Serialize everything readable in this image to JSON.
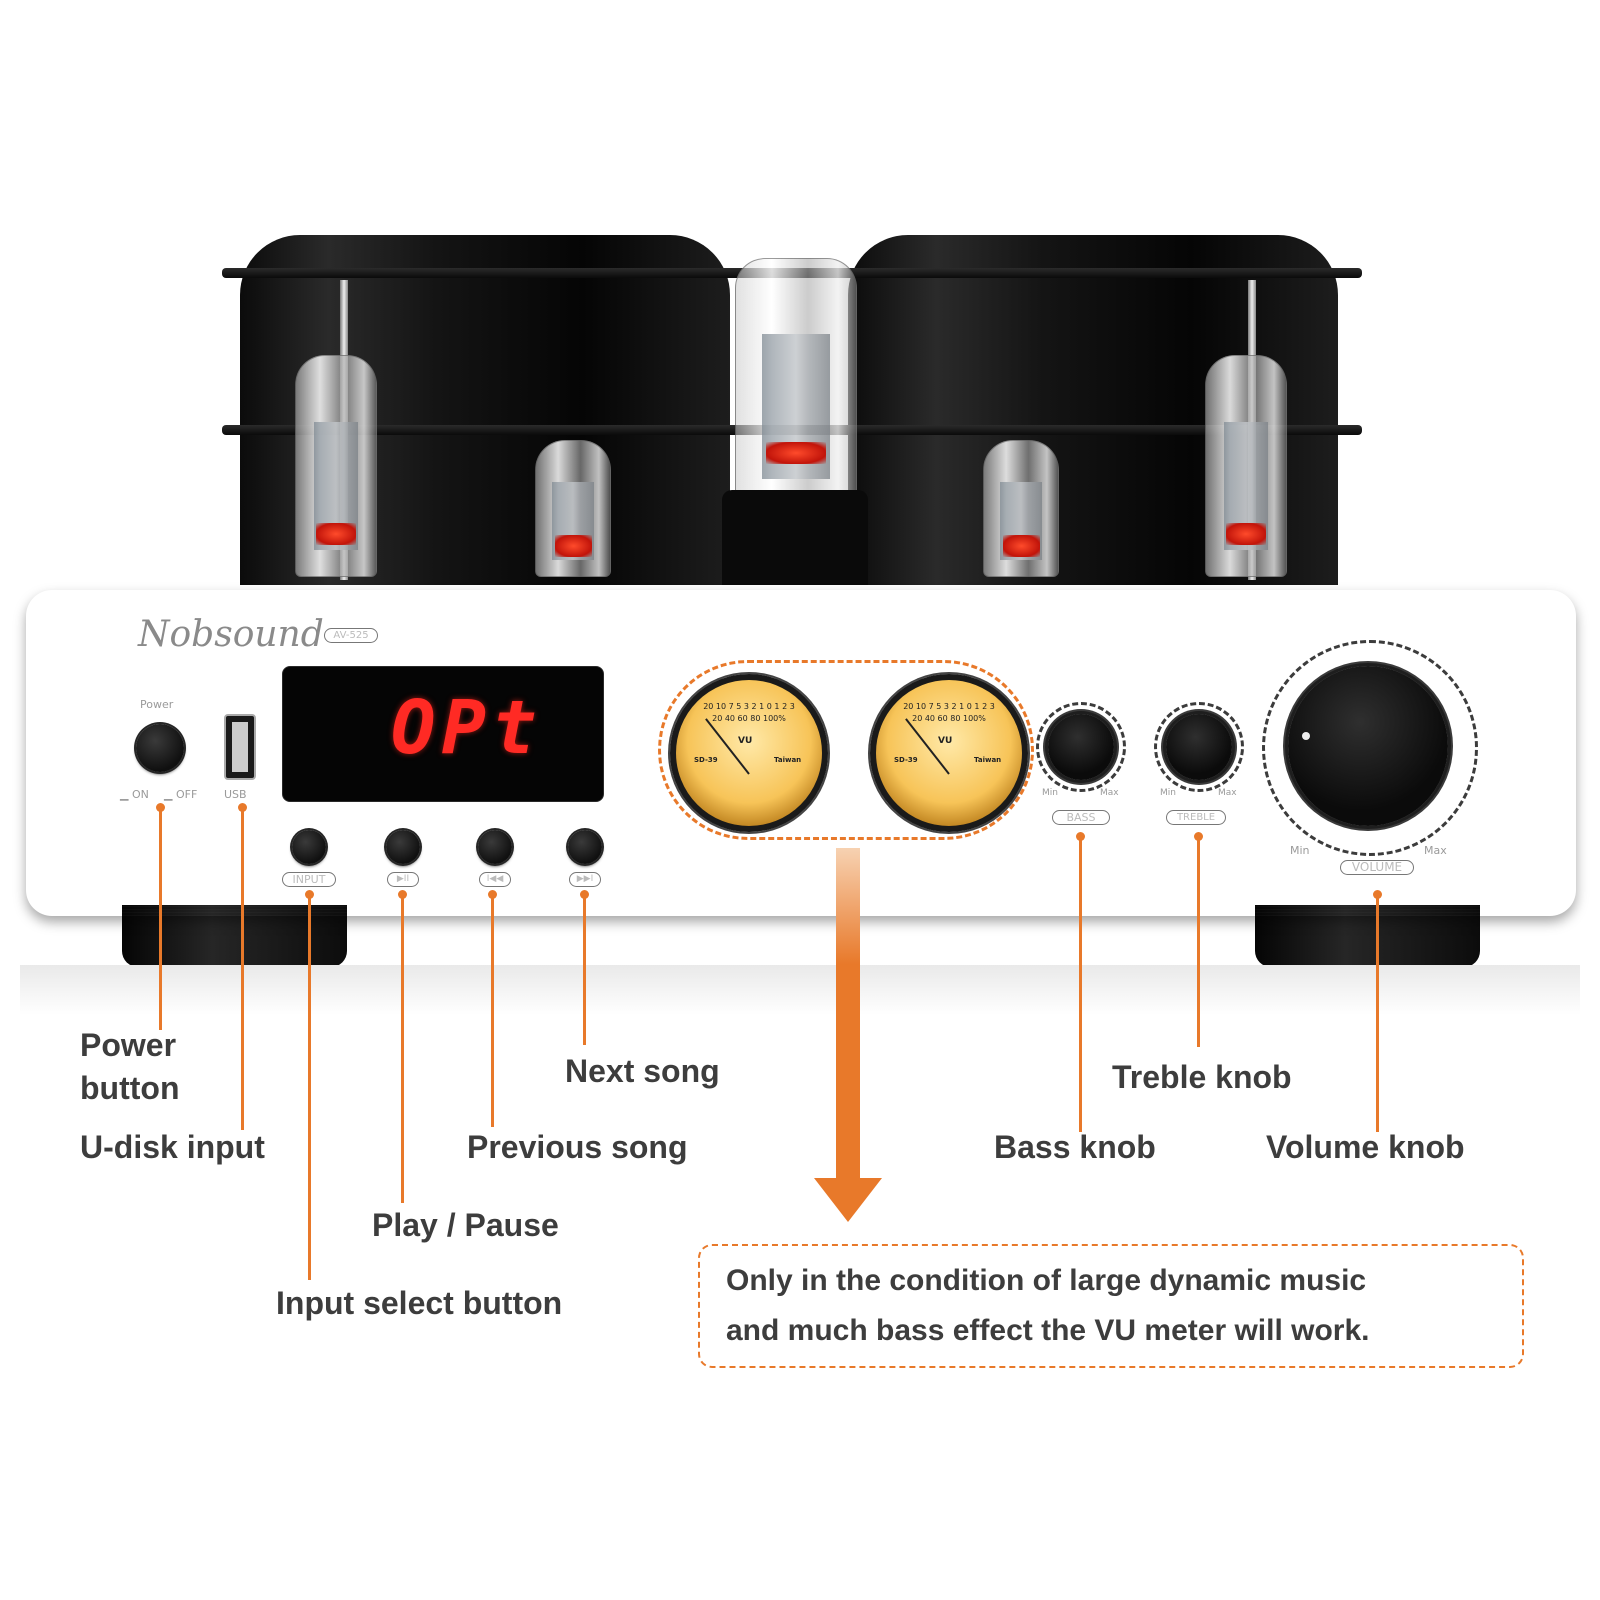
{
  "brand": "Nobsound",
  "model": "AV-525",
  "panel": {
    "power_label": "Power",
    "on_label": "ON",
    "off_label": "OFF",
    "usb_label": "USB",
    "display_text": "OPt",
    "input_tag": "INPUT",
    "play_pause_tag": "▶II",
    "previous_tag": "I◀◀",
    "next_tag": "▶▶I",
    "bass_tag": "BASS",
    "treble_tag": "TREBLE",
    "volume_tag": "VOLUME",
    "min_label": "Min",
    "max_label": "Max"
  },
  "vu_meter": {
    "scale": "20 10 7 5 3 2 1 0 1 2 3",
    "sub_scale": "20 40 60 80 100%",
    "unit": "VU",
    "left_mark": "SD-39",
    "right_mark": "Taiwan"
  },
  "callouts": {
    "power_button": "Power button",
    "u_disk": "U-disk input",
    "next_song": "Next song",
    "previous_song": "Previous song",
    "play_pause": "Play / Pause",
    "input_select": "Input select button",
    "treble_knob": "Treble knob",
    "bass_knob": "Bass knob",
    "volume_knob": "Volume knob"
  },
  "note": {
    "line1": "Only in the condition of large dynamic music",
    "line2": "and much bass effect the VU meter will work."
  },
  "colors": {
    "accent": "#e8792a",
    "display_red": "#ff2a24",
    "text": "#3d3d3d"
  }
}
